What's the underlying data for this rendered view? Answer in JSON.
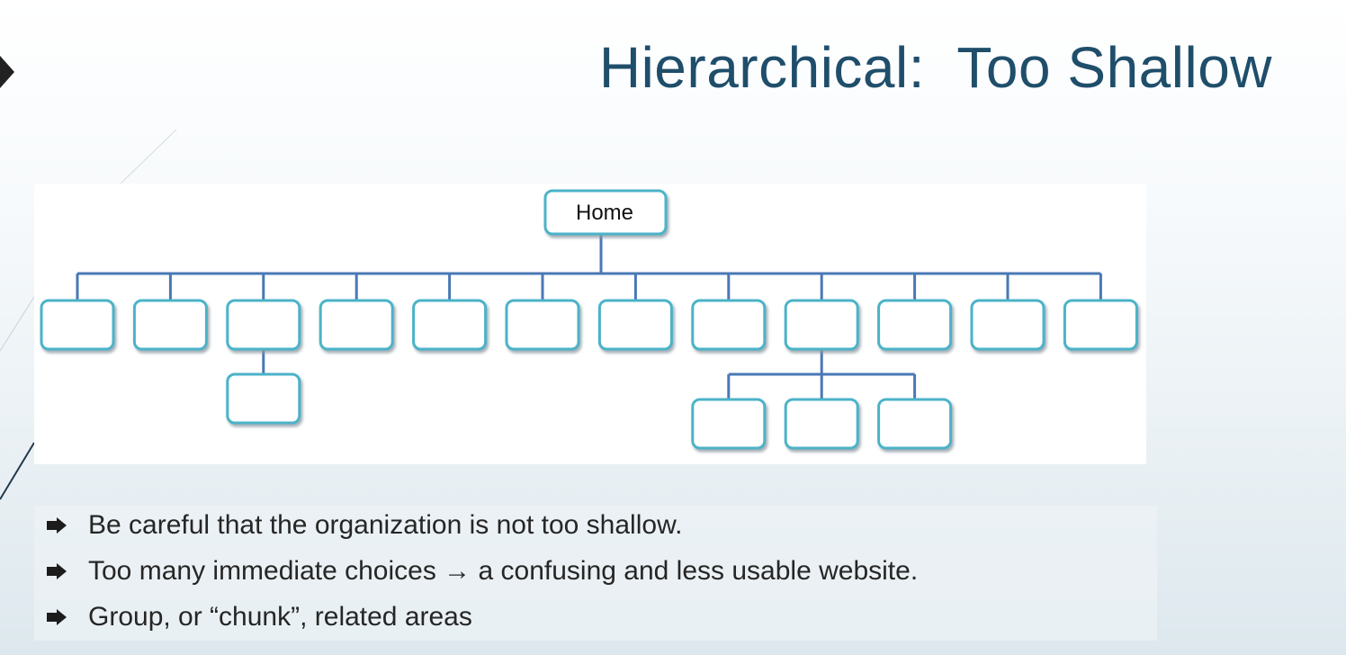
{
  "slide": {
    "title": "Hierarchical:  Too Shallow"
  },
  "diagram": {
    "root_label": "Home",
    "top_level_node_count": 12,
    "children_under_node_3": 1,
    "children_under_node_9": 3,
    "colors": {
      "connector": "#4a78b5",
      "box_border": "#4bb3c8",
      "box_shadow": "#9aa9b1"
    }
  },
  "bullets": [
    {
      "icon": "arrow-bullet-icon",
      "text": "Be careful that the organization is not too shallow."
    },
    {
      "icon": "arrow-bullet-icon",
      "text": "Too many immediate choices → a confusing and less usable website."
    },
    {
      "icon": "arrow-bullet-icon",
      "text": "Group, or “chunk”, related areas"
    }
  ],
  "colors": {
    "title": "#1f4e6b",
    "body_text": "#262626"
  }
}
